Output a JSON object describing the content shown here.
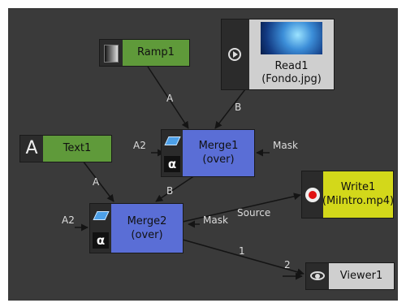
{
  "nodes": {
    "ramp1": {
      "name": "Ramp1",
      "color": "#5f9a3a"
    },
    "read1": {
      "name": "Read1",
      "file": "(Fondo.jpg)",
      "color": "#cfcfcf"
    },
    "text1": {
      "name": "Text1",
      "icon_letter": "A",
      "color": "#5f9a3a"
    },
    "merge1": {
      "name": "Merge1",
      "op": "(over)",
      "alpha_glyph": "α",
      "color": "#5a6ed6"
    },
    "merge2": {
      "name": "Merge2",
      "op": "(over)",
      "alpha_glyph": "α",
      "color": "#5a6ed6"
    },
    "write1": {
      "name": "Write1",
      "file": "(MiIntro.mp4)",
      "color": "#d3d81a"
    },
    "viewer1": {
      "name": "Viewer1",
      "color": "#cfcfcf"
    }
  },
  "pins": {
    "ramp_to_merge1": "A",
    "read_to_merge1": "B",
    "merge1_a2": "A2",
    "merge1_mask": "Mask",
    "text_to_merge2": "A",
    "merge1_to_merge2": "B",
    "merge2_a2": "A2",
    "merge2_mask": "Mask",
    "write_source": "Source",
    "viewer_input1": "1",
    "viewer_input2": "2"
  },
  "colors": {
    "canvas": "#3a3a3a",
    "wire": "#141414",
    "pin_text": "#dcdcdc"
  }
}
